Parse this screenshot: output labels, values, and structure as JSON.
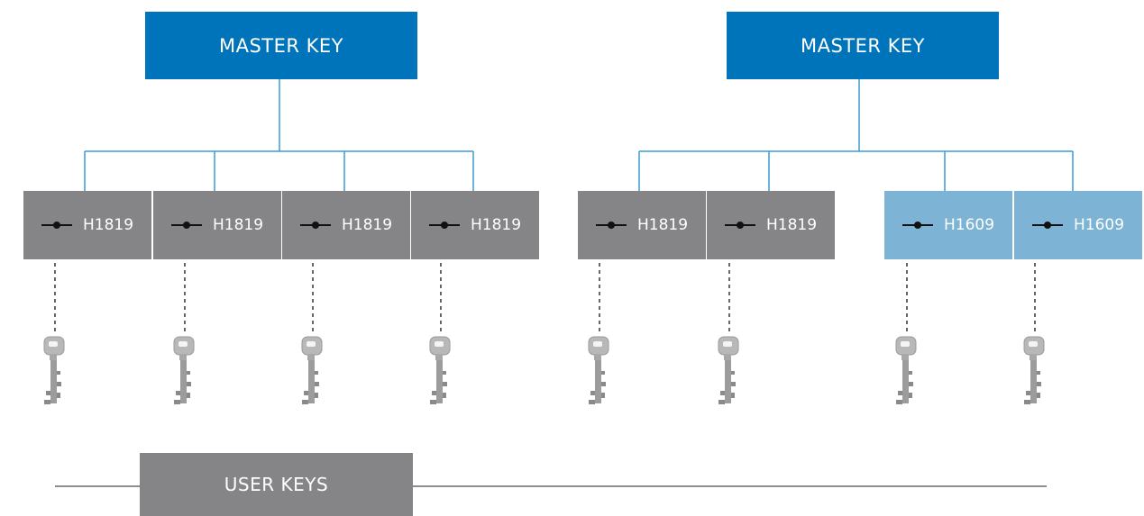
{
  "colors": {
    "master": "#0074bb",
    "cylinder_gray": "#858487",
    "cylinder_blue": "#7db4d6",
    "connector": "#3a9bd6",
    "key": "#b8b8b8"
  },
  "groups": [
    {
      "master_label": "MASTER KEY",
      "cylinders": [
        {
          "code": "H1819",
          "variant": "gray"
        },
        {
          "code": "H1819",
          "variant": "gray"
        },
        {
          "code": "H1819",
          "variant": "gray"
        },
        {
          "code": "H1819",
          "variant": "gray"
        }
      ]
    },
    {
      "master_label": "MASTER KEY",
      "cylinders": [
        {
          "code": "H1819",
          "variant": "gray"
        },
        {
          "code": "H1819",
          "variant": "gray"
        },
        {
          "code": "H1609",
          "variant": "blue"
        },
        {
          "code": "H1609",
          "variant": "blue"
        }
      ]
    }
  ],
  "footer": {
    "user_keys_label": "USER KEYS"
  }
}
